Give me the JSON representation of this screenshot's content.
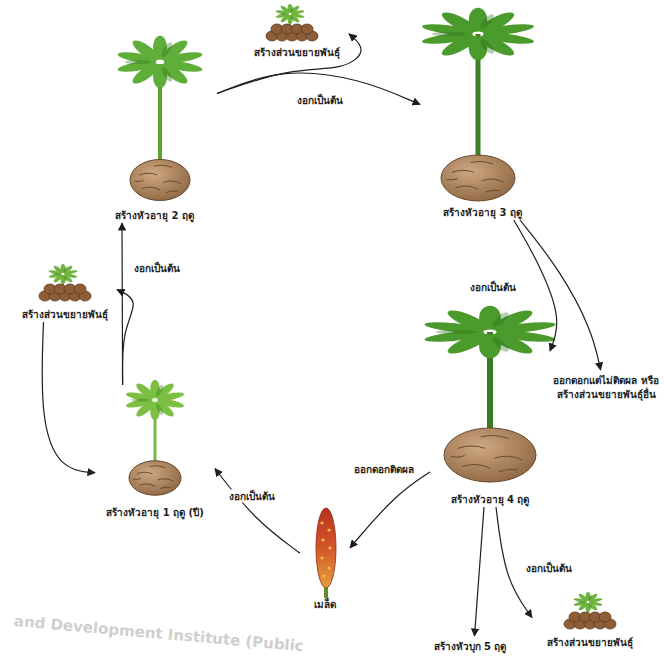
{
  "diagram": {
    "nodes": [
      {
        "text": [
          "สร้างหัวอายุ 1 ฤดู (ปี)"
        ]
      },
      {
        "text": [
          "สร้างส่วนขยายพันธุ์"
        ]
      },
      {
        "text": [
          "สร้างหัวอายุ 2 ฤดู"
        ]
      },
      {
        "text": [
          "สร้างส่วนขยายพันธุ์"
        ]
      },
      {
        "text": [
          "สร้างหัวอายุ 3 ฤดู"
        ]
      },
      {
        "text": [
          "ออกดอกแต่ไม่ติดผล หรือสร้างส่วนขยายพันธุ์อื่น"
        ]
      },
      {
        "text": [
          "สร้างหัวอายุ 4 ฤดู"
        ]
      },
      {
        "text": [
          "เมล็ด"
        ]
      },
      {
        "text": [
          "สร้างส่วนขยายพันธุ์"
        ]
      },
      {
        "text": [
          "สร้างหัวบุก 5 ฤดู"
        ]
      }
    ],
    "edges": [
      {
        "from": 0,
        "to": 2,
        "label": "งอกเป็นต้น",
        "arrow": "to"
      },
      {
        "from": 0,
        "to": 1,
        "arrow": "to"
      },
      {
        "from": 1,
        "to": 0,
        "arrow": "to"
      },
      {
        "from": 2,
        "to": 4,
        "label": "งอกเป็นต้น",
        "arrow": "to"
      },
      {
        "from": 2,
        "to": 3,
        "arrow": "to"
      },
      {
        "from": 4,
        "to": 6,
        "label": "งอกเป็นต้น",
        "arrow": "to"
      },
      {
        "from": 4,
        "to": 5,
        "arrow": "to"
      },
      {
        "from": 6,
        "to": 7,
        "label": "ออกดอกติดผล",
        "arrow": "to"
      },
      {
        "from": 7,
        "to": 0,
        "label": "งอกเป็นต้น",
        "arrow": "to"
      },
      {
        "from": 6,
        "to": 9,
        "arrow": "to"
      },
      {
        "from": 6,
        "to": 8,
        "label": "งอกเป็นต้น",
        "arrow": "to"
      }
    ],
    "labels": [
      "and Development Institute (Public"
    ]
  }
}
